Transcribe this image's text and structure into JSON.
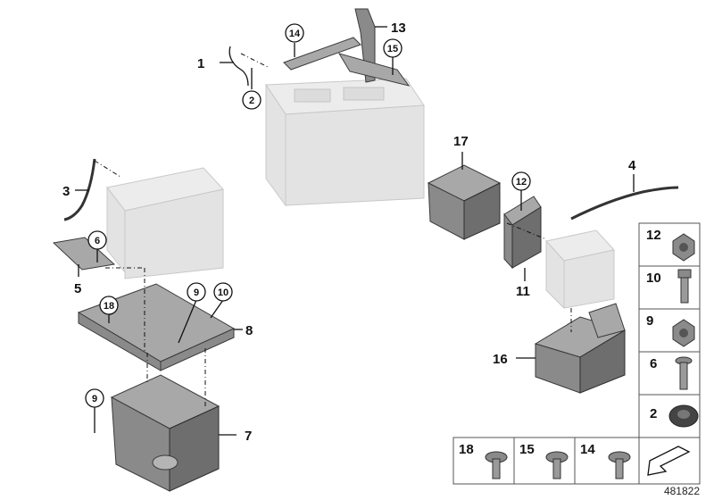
{
  "diagram": {
    "ref_number": "481822",
    "labels": {
      "l1": "1",
      "l2": "2",
      "l3": "3",
      "l4": "4",
      "l5": "5",
      "l6": "6",
      "l7": "7",
      "l8": "8",
      "l9a": "9",
      "l9b": "9",
      "l10": "10",
      "l11": "11",
      "l12": "12",
      "l13": "13",
      "l14": "14",
      "l15": "15",
      "l16": "16",
      "l17": "17",
      "l18": "18"
    },
    "side_panel": [
      "12",
      "10",
      "9",
      "6",
      "2"
    ],
    "bottom_panel": [
      "18",
      "15",
      "14"
    ]
  },
  "colors": {
    "part": "#8a8a8a",
    "battery": "#e3e3e3",
    "frame": "#555555"
  }
}
